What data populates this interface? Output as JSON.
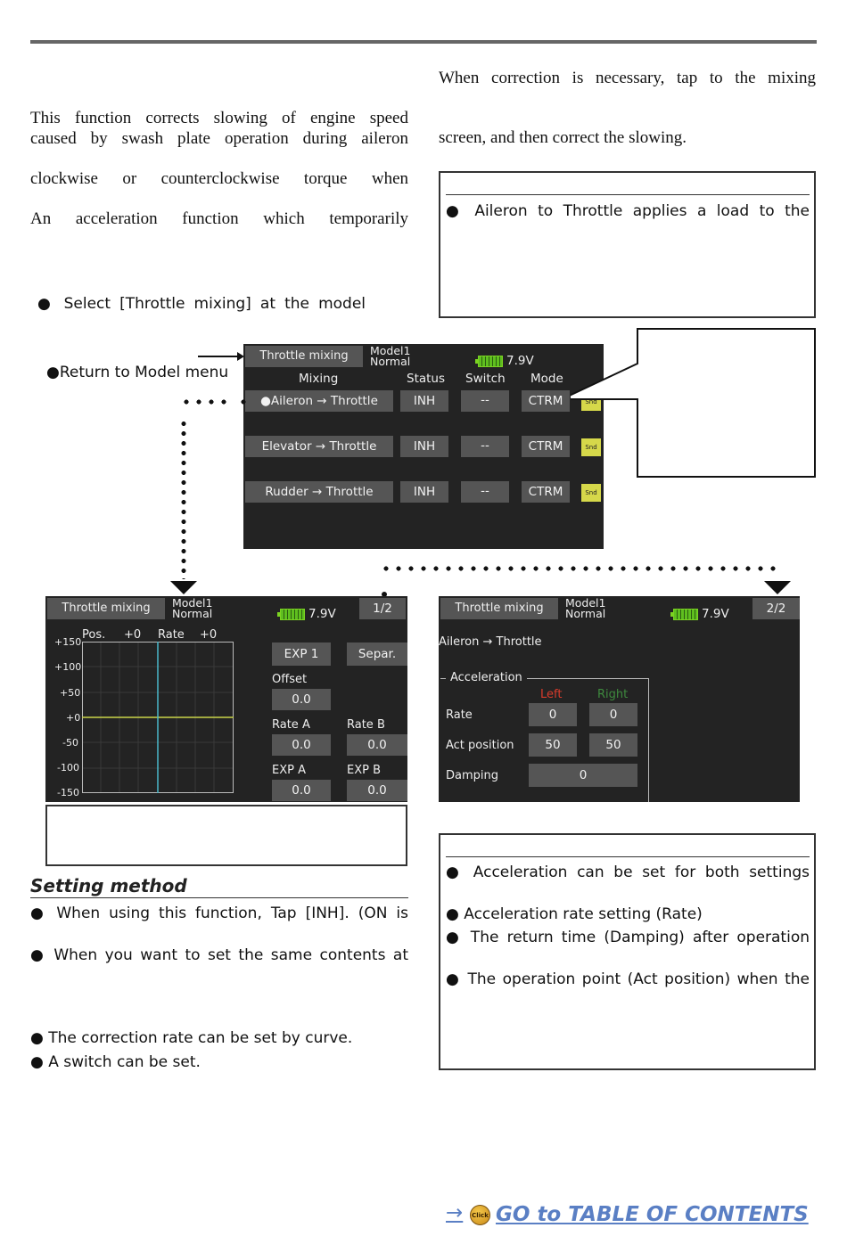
{
  "left_column": {
    "para1_line1": "This function corrects slowing of engine speed",
    "para1_line2": "caused by swash plate operation during aileron",
    "para2": "clockwise or counterclockwise torque when",
    "para3": "An acceleration function which temporarily",
    "bullet_select": "● Select [Throttle mixing] at the model",
    "return_label": "●Return to Model menu"
  },
  "right_column": {
    "line1": "When correction is necessary, tap to the mixing",
    "line2": "screen, and then correct the slowing.",
    "note_box_text": "● Aileron to Throttle applies a load to the"
  },
  "main_screen": {
    "title": "Throttle mixing",
    "model": "Model1",
    "condition": "Normal",
    "voltage": "7.9V",
    "headers": [
      "Mixing",
      "Status",
      "Switch",
      "Mode"
    ],
    "rows": [
      {
        "mixing": "●Aileron → Throttle",
        "status": "INH",
        "switch": "--",
        "mode": "CTRM"
      },
      {
        "mixing": "Elevator → Throttle",
        "status": "INH",
        "switch": "--",
        "mode": "CTRM"
      },
      {
        "mixing": "Rudder → Throttle",
        "status": "INH",
        "switch": "--",
        "mode": "CTRM"
      }
    ],
    "sound_icon": "Snd"
  },
  "screen_page1": {
    "title": "Throttle mixing",
    "model": "Model1",
    "condition": "Normal",
    "voltage": "7.9V",
    "page": "1/2",
    "pos_label": "Pos.",
    "pos_value": "+0",
    "rate_label": "Rate",
    "rate_value": "+0",
    "yticks": [
      "+150",
      "+100",
      "+50",
      "+0",
      "-50",
      "-100",
      "-150"
    ],
    "exp_button": "EXP 1",
    "separ_button": "Separ.",
    "offset_label": "Offset",
    "offset_value": "0.0",
    "rate_a_label": "Rate A",
    "rate_a_value": "0.0",
    "rate_b_label": "Rate B",
    "rate_b_value": "0.0",
    "exp_a_label": "EXP A",
    "exp_a_value": "0.0",
    "exp_b_label": "EXP B",
    "exp_b_value": "0.0"
  },
  "screen_page2": {
    "title": "Throttle mixing",
    "model": "Model1",
    "condition": "Normal",
    "voltage": "7.9V",
    "page": "2/2",
    "mix_name": "Aileron → Throttle",
    "group_label": "Acceleration",
    "left_label": "Left",
    "right_label": "Right",
    "rate_label": "Rate",
    "rate_left": "0",
    "rate_right": "0",
    "act_label": "Act position",
    "act_left": "50",
    "act_right": "50",
    "damping_label": "Damping",
    "damping_value": "0",
    "left_color": "#d93b2b",
    "right_color": "#3e8a3e"
  },
  "setting_method": {
    "heading": "Setting method",
    "b1": "● When using this function, Tap [INH].  (ON is",
    "b2": "● When you want to set the same contents at",
    "b3": "● The correction rate can be set by curve.",
    "b4": "● A switch can be set."
  },
  "accel_box": {
    "b1": "● Acceleration can be set for both settings",
    "b2": "● Acceleration rate setting (Rate)",
    "b3": "● The return time (Damping) after operation",
    "b4": "● The operation point  (Act position) when the"
  },
  "toc": {
    "arrow": "→",
    "click_icon": "Click",
    "label": "GO to TABLE OF CONTENTS",
    "color": "#5a7fc4"
  }
}
